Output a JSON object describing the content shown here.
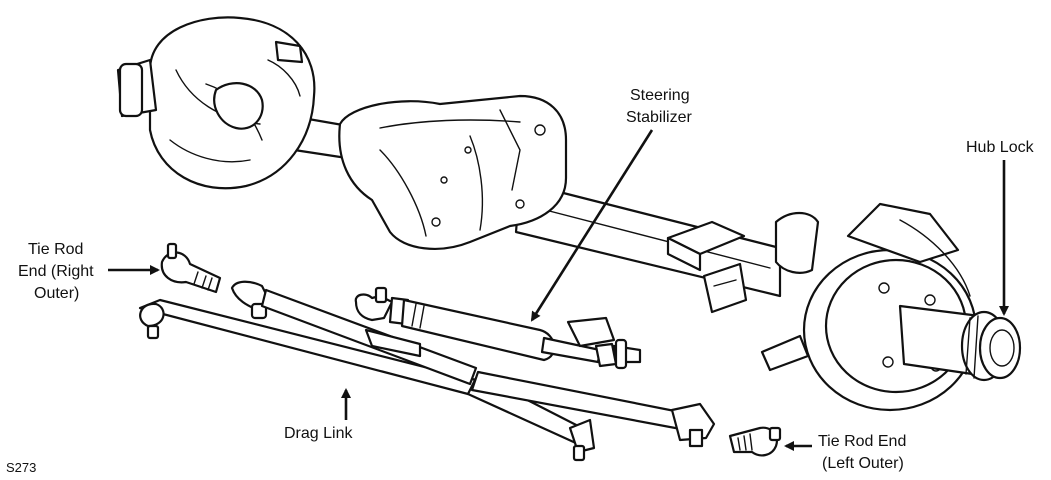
{
  "diagram": {
    "labels": {
      "steering_stabilizer_line1": "Steering",
      "steering_stabilizer_line2": "Stabilizer",
      "hub_lock": "Hub Lock",
      "tie_rod_right_line1": "Tie Rod",
      "tie_rod_right_line2": "End (Right",
      "tie_rod_right_line3": "Outer)",
      "drag_link": "Drag Link",
      "tie_rod_left_line1": "Tie Rod End",
      "tie_rod_left_line2": "(Left Outer)",
      "figure_code": "S273"
    },
    "colors": {
      "ink": "#111111",
      "paper": "#ffffff"
    }
  }
}
